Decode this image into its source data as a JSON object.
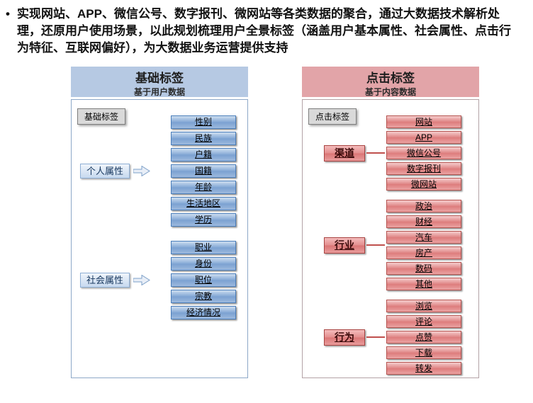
{
  "intro": {
    "bullet": "•",
    "text": "实现网站、APP、微信公号、数字报刊、微网站等各类数据的聚合，通过大数据技术解析处理，还原用户使用场景，以此规划梳理用户全景标签（涵盖用户基本属性、社会属性、点击行为特征、互联网偏好），为大数据业务运营提供支持"
  },
  "left_panel": {
    "header": {
      "title": "基础标签",
      "subtitle": "基于用户数据"
    },
    "tag_label": "基础标签",
    "groups": [
      {
        "category": "个人属性",
        "items": [
          "性别",
          "民族",
          "户籍",
          "国籍",
          "年龄",
          "生活地区",
          "学历"
        ]
      },
      {
        "category": "社会属性",
        "items": [
          "职业",
          "身份",
          "职位",
          "宗教",
          "经济情况"
        ]
      }
    ]
  },
  "right_panel": {
    "header": {
      "title": "点击标签",
      "subtitle": "基于内容数据"
    },
    "tag_label": "点击标签",
    "groups": [
      {
        "category": "渠道",
        "items": [
          "网站",
          "APP",
          "微信公号",
          "数字报刊",
          "微网站"
        ]
      },
      {
        "category": "行业",
        "items": [
          "政治",
          "财经",
          "汽车",
          "房产",
          "数码",
          "其他"
        ]
      },
      {
        "category": "行为",
        "items": [
          "浏览",
          "评论",
          "点赞",
          "下载",
          "转发"
        ]
      }
    ]
  },
  "colors": {
    "blue_header_bg": "#b6c9e3",
    "blue_item_top": "#cdddf0",
    "blue_item_bottom": "#86aad6",
    "blue_item_border": "#4a7ebb",
    "red_header_bg": "#e2a4a8",
    "red_item_top": "#f5cdcd",
    "red_item_bottom": "#e08888",
    "red_accent": "#c0504d",
    "chip_bg": "#d9d9d9"
  }
}
